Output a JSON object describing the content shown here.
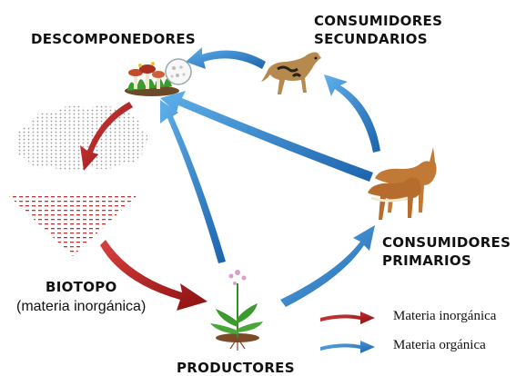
{
  "nodes": {
    "descomponedores": "DESCOMPONEDORES",
    "consumidores_secundarios": [
      "CONSUMIDORES",
      "SECUNDARIOS"
    ],
    "consumidores_primarios": [
      "CONSUMIDORES",
      "PRIMARIOS"
    ],
    "biotopo": "BIOTOPO",
    "biotopo_sub": "(materia inorgánica)",
    "productores": "PRODUCTORES"
  },
  "legend": {
    "inorganica": "Materia inorgánica",
    "organica": "Materia orgánica"
  },
  "icons": {
    "descomponedores": "mushroom-cluster-icon",
    "consumidores_secundarios": "wild-dog-icon",
    "consumidores_primarios": "gazelles-icon",
    "biotopo": "soil-cloud-icon",
    "productores": "flower-plant-icon"
  },
  "colors": {
    "inorganic_arrow": "#b01c1c",
    "organic_arrow": "#1f74c2"
  }
}
